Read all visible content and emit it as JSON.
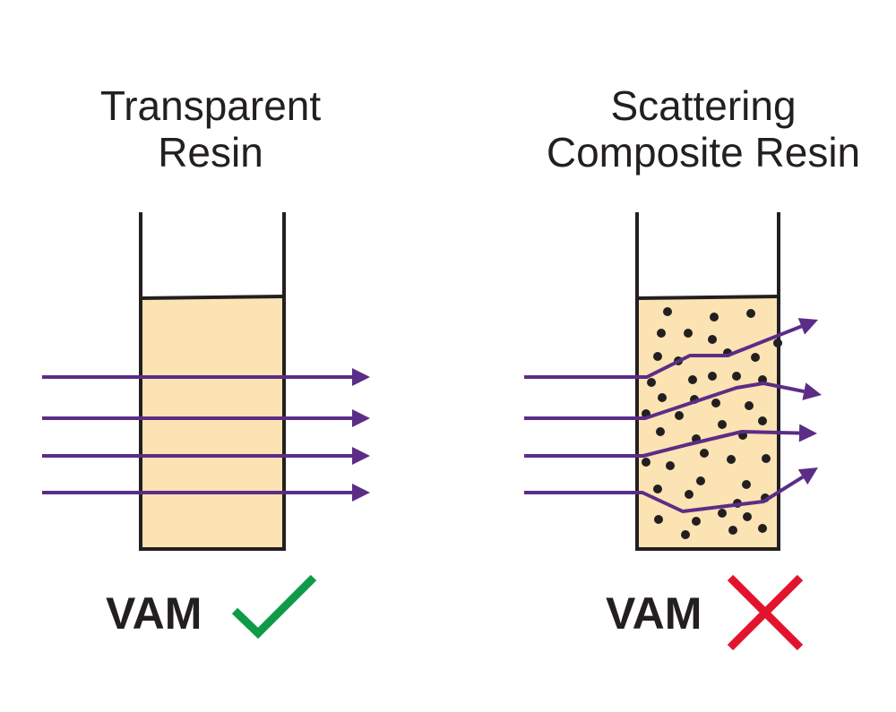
{
  "panels": [
    {
      "title_line1": "Transparent",
      "title_line2": "Resin",
      "result_label": "VAM",
      "result_icon": "checkmark-icon",
      "result_color": "#0f9a48"
    },
    {
      "title_line1": "Scattering",
      "title_line2": "Composite Resin",
      "result_label": "VAM",
      "result_icon": "cross-icon",
      "result_color": "#e2142d"
    }
  ],
  "colors": {
    "resin": "#fbe3b3",
    "outline": "#231f20",
    "light_ray": "#5b2d86",
    "particle": "#231f20"
  }
}
